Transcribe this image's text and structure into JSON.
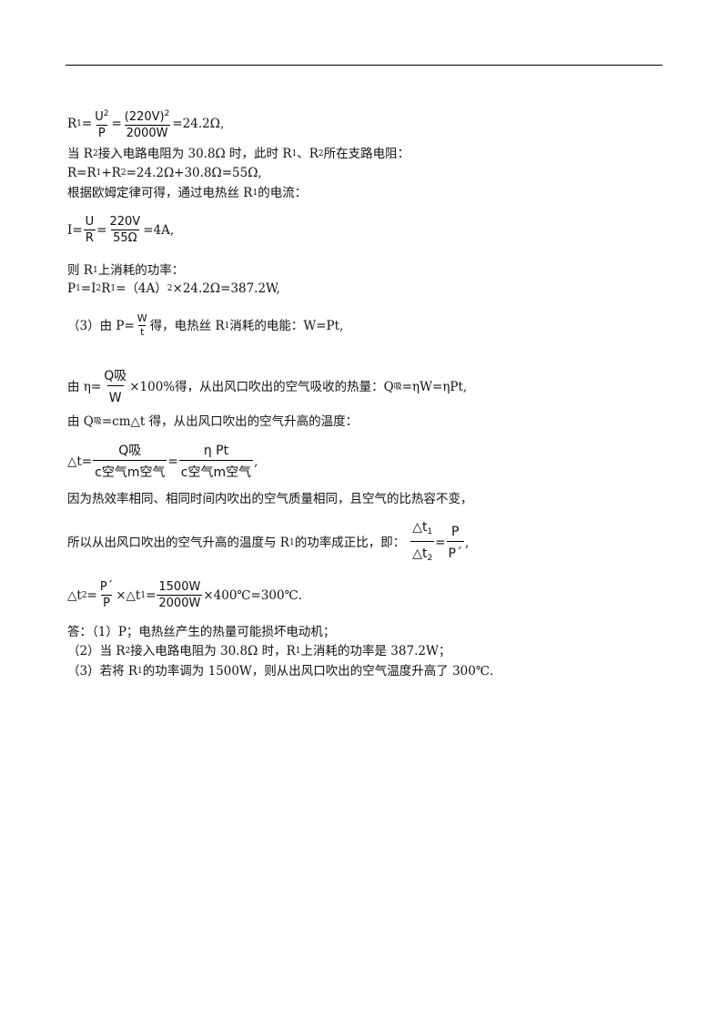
{
  "lines": {
    "l1": {
      "lhs": "R",
      "lhs_sub": "1",
      "eq": "=",
      "f1_num": "U",
      "f1_num_sup": "2",
      "f1_den": "P",
      "eq2": "=",
      "f2_num": "(220V)",
      "f2_num_sup": "2",
      "f2_den": "2000W",
      "rest": "=24.2Ω,"
    },
    "l2": {
      "a": "当 R",
      "a_sub": "2",
      "b": " 接入电路电阻为 30.8Ω 时，此时 R",
      "b_sub": "1",
      "c": "、R",
      "c_sub": "2",
      "d": " 所在支路电阻："
    },
    "l3": {
      "a": "R=R",
      "a_sub": "1",
      "b": "+R",
      "b_sub": "2",
      "c": "=24.2Ω+30.8Ω=55Ω,"
    },
    "l4": {
      "a": "根据欧姆定律可得，通过电热丝 R",
      "a_sub": "1",
      "b": " 的电流："
    },
    "l5": {
      "lhs": "I=",
      "f1_num": "U",
      "f1_den": "R",
      "eq": "=",
      "f2_num": "220V",
      "f2_den": "55Ω",
      "rest": "=4A,"
    },
    "l6": {
      "a": "则 R",
      "a_sub": "1",
      "b": " 上消耗的功率："
    },
    "l7": {
      "a": "P",
      "a_sub": "1",
      "b": "=I",
      "b_sup": "2",
      "c": "R",
      "c_sub": "1",
      "d": "=（4A）",
      "d_sup": "2",
      "e": "×24.2Ω=387.2W,"
    },
    "l8": {
      "a": "（3）由 P=",
      "f_num": "W",
      "f_den": "t",
      "b": "得，电热丝 R",
      "b_sub": "1",
      "c": " 消耗的电能：W=Pt,"
    },
    "l9": {
      "a": "由 η=",
      "f_num": "Q吸",
      "f_den": "W",
      "b": "×100%得，从出风口吹出的空气吸收的热量：Q",
      "b_sub": "吸",
      "c": "=ηW=ηPt,"
    },
    "l10": {
      "a": "由 Q",
      "a_sub": "吸",
      "b": "=cm△t 得，从出风口吹出的空气升高的温度："
    },
    "l11": {
      "a": "△t=",
      "f1_num": "Q吸",
      "f1_den": "c空气m空气",
      "eq": "=",
      "f2_num": "η Pt",
      "f2_den": "c空气m空气",
      "rest": ","
    },
    "l12": {
      "text": "因为热效率相同、相同时间内吹出的空气质量相同，且空气的比热容不变，"
    },
    "l13": {
      "a": "所以从出风口吹出的空气升高的温度与 R",
      "a_sub": "1",
      "b": " 的功率成正比，即：",
      "f1_num": "△t",
      "f1_num_sub": "1",
      "f1_den": "△t",
      "f1_den_sub": "2",
      "eq": "=",
      "f2_num": "P",
      "f2_den": "P´",
      "rest": ","
    },
    "l14": {
      "a": "△t",
      "a_sub": "2",
      "b": "=",
      "f1_num": "P´",
      "f1_den": "P",
      "c": "×△t",
      "c_sub": "1",
      "d": "=",
      "f2_num": "1500W",
      "f2_den": "2000W",
      "rest": "×400℃=300℃."
    },
    "l15": {
      "text": "答：（1）P；电热丝产生的热量可能损坏电动机；"
    },
    "l16": {
      "a": "（2）当 R",
      "a_sub": "2",
      "b": " 接入电路电阻为 30.8Ω 时，R",
      "b_sub": "1",
      "c": " 上消耗的功率是 387.2W；"
    },
    "l17": {
      "a": "（3）若将 R",
      "a_sub": "1",
      "b": " 的功率调为 1500W，则从出风口吹出的空气温度升高了 300℃."
    }
  }
}
